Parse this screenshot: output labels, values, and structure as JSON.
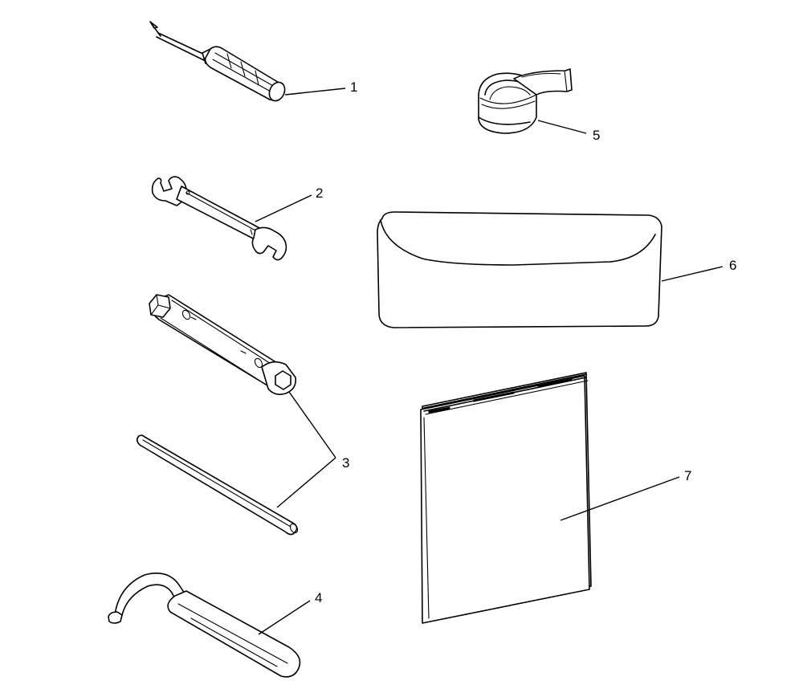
{
  "callouts": {
    "c1": "1",
    "c2": "2",
    "c3": "3",
    "c4": "4",
    "c5": "5",
    "c6": "6",
    "c7": "7"
  },
  "parts": [
    {
      "callout": "1",
      "icon": "screwdriver-icon"
    },
    {
      "callout": "2",
      "icon": "open-end-wrench-icon"
    },
    {
      "callout": "3",
      "icon": "spark-plug-socket-wrench-icon"
    },
    {
      "callout": "3",
      "icon": "tommy-bar-icon"
    },
    {
      "callout": "4",
      "icon": "spanner-hook-wrench-icon"
    },
    {
      "callout": "5",
      "icon": "strap-roll-icon"
    },
    {
      "callout": "6",
      "icon": "tool-pouch-icon"
    },
    {
      "callout": "7",
      "icon": "owners-manual-icon"
    }
  ],
  "colors": {
    "ink": "#000000",
    "background": "#ffffff"
  }
}
